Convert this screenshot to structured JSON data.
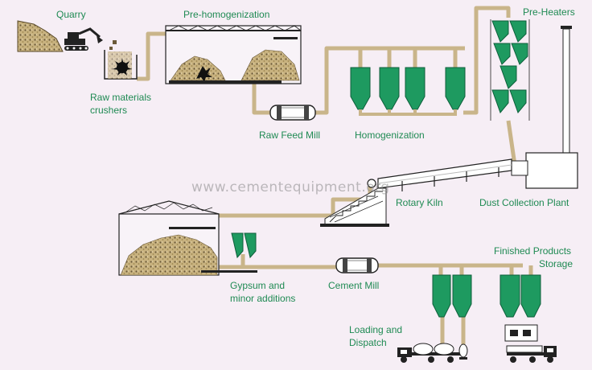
{
  "labels": {
    "quarry": "Quarry",
    "raw_crushers_1": "Raw materials",
    "raw_crushers_2": "crushers",
    "pre_homogenization": "Pre-homogenization",
    "raw_feed_mill": "Raw Feed Mill",
    "homogenization": "Homogenization",
    "pre_heaters": "Pre-Heaters",
    "rotary_kiln": "Rotary Kiln",
    "dust_collection": "Dust Collection Plant",
    "gypsum_1": "Gypsum and",
    "gypsum_2": "minor additions",
    "cement_mill": "Cement Mill",
    "finished_1": "Finished Products",
    "finished_2": "Storage",
    "loading_1": "Loading and",
    "loading_2": "Dispatch"
  },
  "watermark": "www.cementequipment.org",
  "colors": {
    "label": "#1f8a53",
    "silo": "#1e9a60",
    "conveyor": "#c9b58a",
    "outline": "#222222",
    "background": "#f6eef5"
  }
}
